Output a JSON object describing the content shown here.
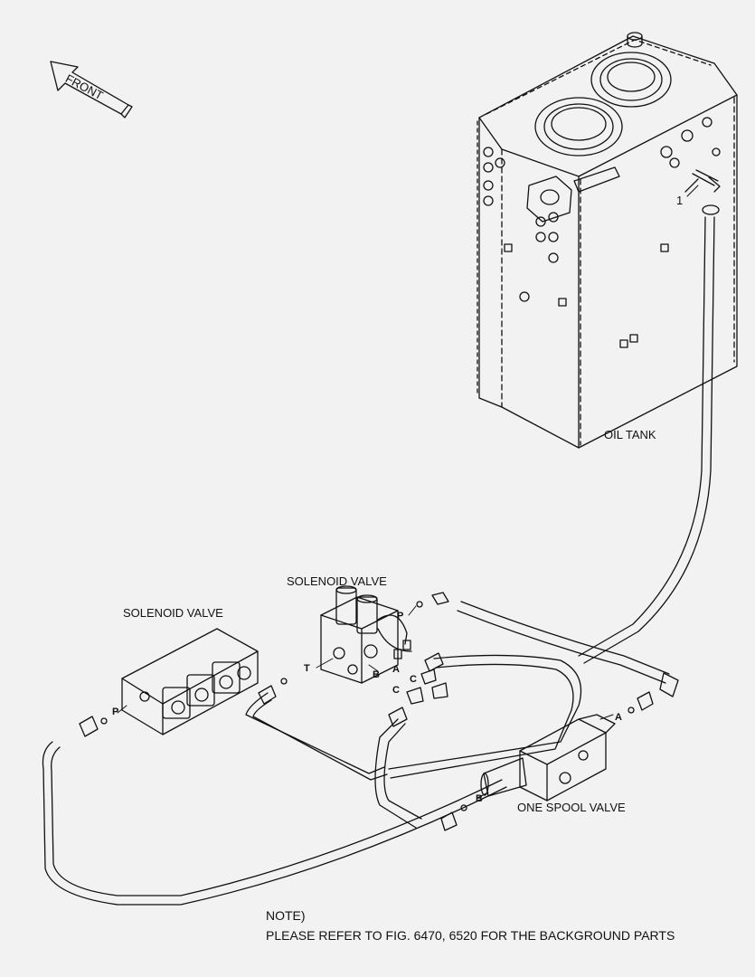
{
  "direction": {
    "label": "FRONT"
  },
  "callouts": {
    "item_1": "1"
  },
  "labels": {
    "oil_tank": "OIL TANK",
    "solenoid_valve_upper": "SOLENOID VALVE",
    "solenoid_valve_left": "SOLENOID VALVE",
    "one_spool_valve": "ONE SPOOL VALVE"
  },
  "ports": {
    "p_upper": "P",
    "t": "T",
    "a_solenoid": "A",
    "b_solenoid": "B",
    "c_1": "C",
    "c_2": "C",
    "p_left": "P",
    "a_spool": "A",
    "b_spool": "B"
  },
  "note": {
    "heading": "NOTE)",
    "text": "PLEASE REFER TO FIG. 6470, 6520 FOR THE BACKGROUND PARTS"
  }
}
